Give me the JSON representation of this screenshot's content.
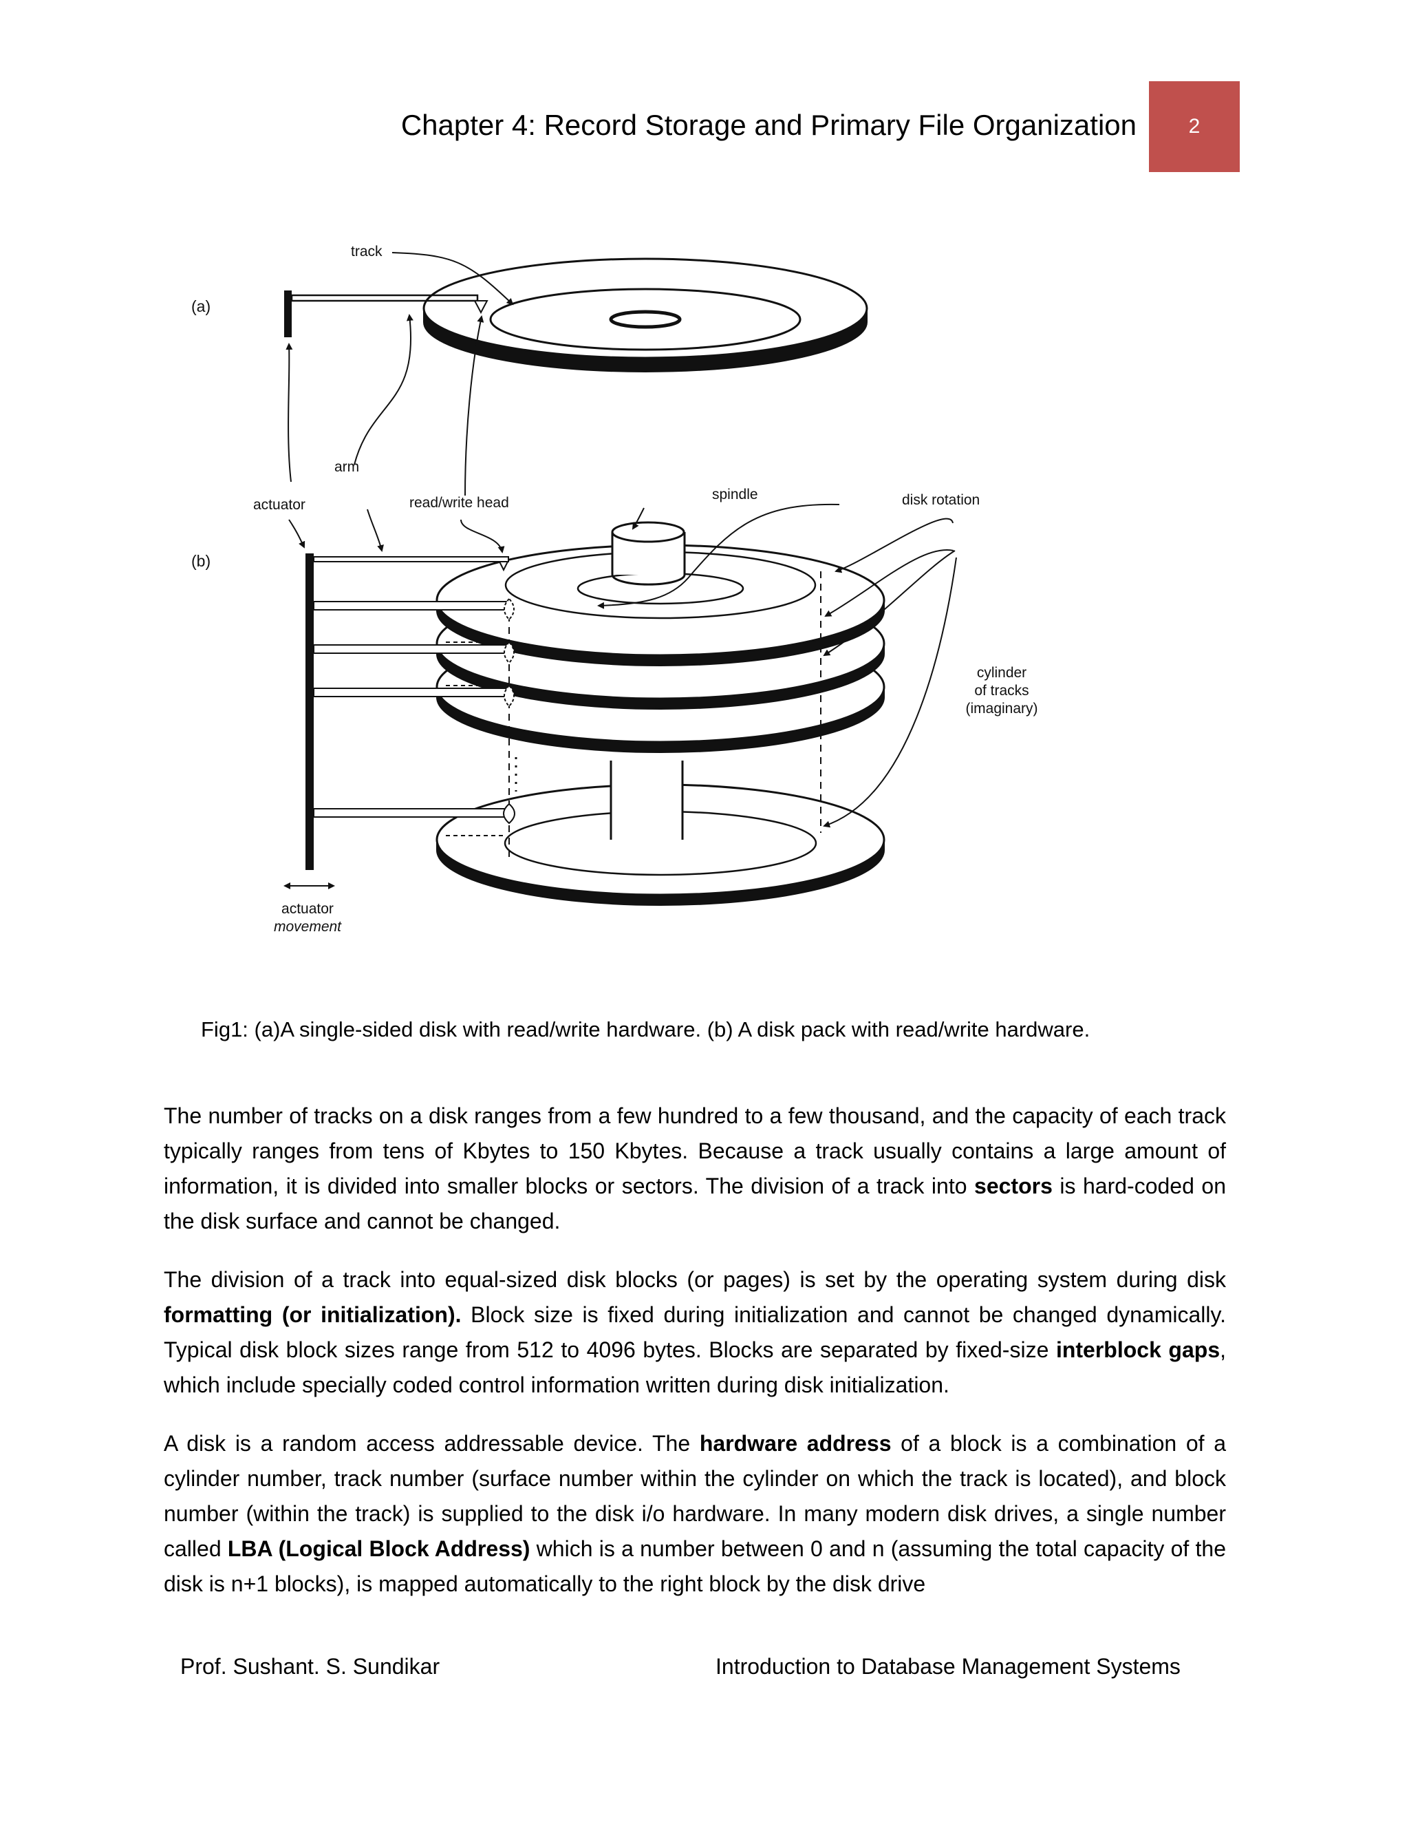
{
  "header": {
    "title": "Chapter 4: Record Storage and Primary File Organization",
    "page_number": "2",
    "badge_color": "#c0504d"
  },
  "figure": {
    "labels": {
      "a": "(a)",
      "b": "(b)",
      "track": "track",
      "arm": "arm",
      "actuator": "actuator",
      "read_write_head": "read/write head",
      "spindle": "spindle",
      "disk_rotation": "disk rotation",
      "cylinder_1": "cylinder",
      "cylinder_2": "of tracks",
      "cylinder_3": "(imaginary)",
      "actuator_movement_1": "actuator",
      "actuator_movement_2": "movement"
    },
    "caption": "Fig1: (a)A single-sided disk with read/write hardware. (b) A disk pack with read/write hardware."
  },
  "paragraphs": {
    "p1": {
      "t1": "The number of tracks on a disk ranges from a few hundred to a few thousand, and the capacity of each track typically ranges from tens of Kbytes to 150 Kbytes. Because a track usually contains a large amount of information, it is divided into smaller blocks or sectors. The division of a track into ",
      "b1": "sectors",
      "t2": " is hard-coded on the disk surface and cannot be changed."
    },
    "p2": {
      "t1": "The division of a track into equal-sized disk blocks (or pages) is set by the operating system during disk ",
      "b1": "formatting (or initialization).",
      "t2": " Block size is fixed during initialization and cannot be changed dynamically. Typical disk block sizes range from 512 to 4096 bytes. Blocks are separated by fixed-size ",
      "b2": "interblock gaps",
      "t3": ", which include specially coded control information written during disk initialization."
    },
    "p3": {
      "t1": "A disk is a random access addressable device. The ",
      "b1": "hardware address",
      "t2": " of a block is a combination of a cylinder number, track number (surface number within the cylinder on which the track is located), and block number (within the track) is supplied to the disk i/o hardware. In many modern disk drives, a single number called ",
      "b2": "LBA (Logical Block Address)",
      "t3": " which is a number between 0 and n (assuming the total capacity of the disk is n+1 blocks), is mapped automatically to the right block by the disk drive"
    }
  },
  "footer": {
    "author": "Prof. Sushant. S. Sundikar",
    "course": "Introduction to Database Management Systems"
  }
}
